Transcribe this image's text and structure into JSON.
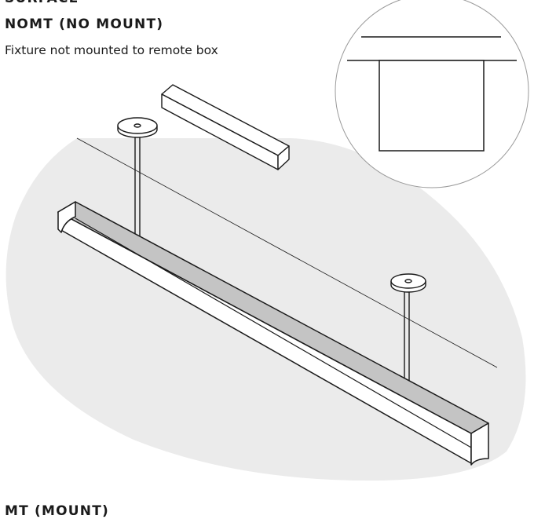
{
  "section_heading": "SURFACE",
  "option_nomt": {
    "title": "NOMT (NO MOUNT)",
    "description": "Fixture not mounted to remote box"
  },
  "option_mt": {
    "title": "MT (MOUNT)"
  },
  "colors": {
    "ceiling_fill": "#ebebeb",
    "fixture_top_fill": "#c4c4c4",
    "line": "#1a1a1a",
    "detail_circle": "#9a9a9a"
  }
}
